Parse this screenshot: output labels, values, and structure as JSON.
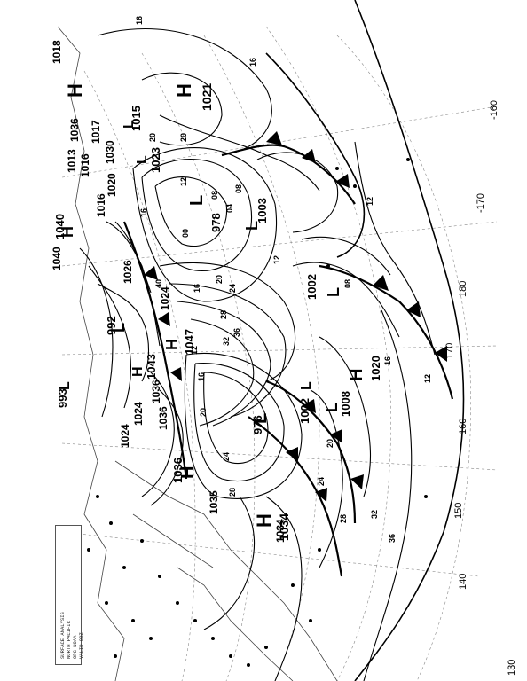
{
  "map": {
    "type": "surface-pressure-analysis",
    "orientation": "rotated-90-ccw",
    "projection": "polar-stereographic",
    "legend_lines": [
      "SURFACE ANALYSIS",
      "NORTH PACIFIC",
      "OPC NOAA",
      "VALID 00Z"
    ],
    "longitude_labels": [
      {
        "id": "lon-m160",
        "text": "-160"
      },
      {
        "id": "lon-m170",
        "text": "-170"
      },
      {
        "id": "lon-180",
        "text": "180"
      },
      {
        "id": "lon-170",
        "text": "170"
      },
      {
        "id": "lon-160",
        "text": "160"
      },
      {
        "id": "lon-150",
        "text": "150"
      },
      {
        "id": "lon-140",
        "text": "140"
      },
      {
        "id": "lon-130",
        "text": "130"
      }
    ],
    "pressure_centers": [
      {
        "id": "h-nw",
        "type": "H",
        "value": "1021"
      },
      {
        "id": "h-top",
        "type": "H",
        "value": "1018"
      },
      {
        "id": "l-978",
        "type": "L",
        "value": "978"
      },
      {
        "id": "l-1003",
        "type": "L",
        "value": "1003"
      },
      {
        "id": "l-1002a",
        "type": "L",
        "value": "1002"
      },
      {
        "id": "h-1020",
        "type": "H",
        "value": "1020"
      },
      {
        "id": "l-1008",
        "type": "L",
        "value": "1008"
      },
      {
        "id": "l-1002b",
        "type": "L",
        "value": "1002"
      },
      {
        "id": "l-976",
        "type": "L",
        "value": "976"
      },
      {
        "id": "h-1034",
        "type": "H",
        "value": "1034"
      },
      {
        "id": "h-1036",
        "type": "H",
        "value": "1036"
      },
      {
        "id": "l-992",
        "type": "L",
        "value": "992"
      },
      {
        "id": "l-993",
        "type": "L",
        "value": "993"
      },
      {
        "id": "h-1040",
        "type": "H",
        "value": "1040"
      },
      {
        "id": "h-1047",
        "type": "H",
        "value": "1047"
      },
      {
        "id": "h-1043",
        "type": "H",
        "value": "1043"
      },
      {
        "id": "l-1023",
        "type": "L",
        "value": "1023"
      },
      {
        "id": "l-1015",
        "type": "L",
        "value": "1015"
      }
    ],
    "value_boxes": [
      "1013",
      "1016",
      "1036",
      "1017",
      "1030",
      "1016",
      "1020",
      "1026",
      "1024",
      "1024",
      "1040",
      "1036",
      "1024",
      "1036",
      "1035",
      "1034",
      "1008",
      "1002",
      "1008",
      "1002"
    ],
    "isobar_labels": [
      "16",
      "16",
      "20",
      "20",
      "16",
      "12",
      "08",
      "04",
      "00",
      "08",
      "12",
      "16",
      "20",
      "24",
      "28",
      "32",
      "36",
      "40",
      "12",
      "08",
      "12",
      "16",
      "20",
      "24",
      "28",
      "32",
      "36",
      "12",
      "16",
      "20",
      "24",
      "28"
    ]
  }
}
